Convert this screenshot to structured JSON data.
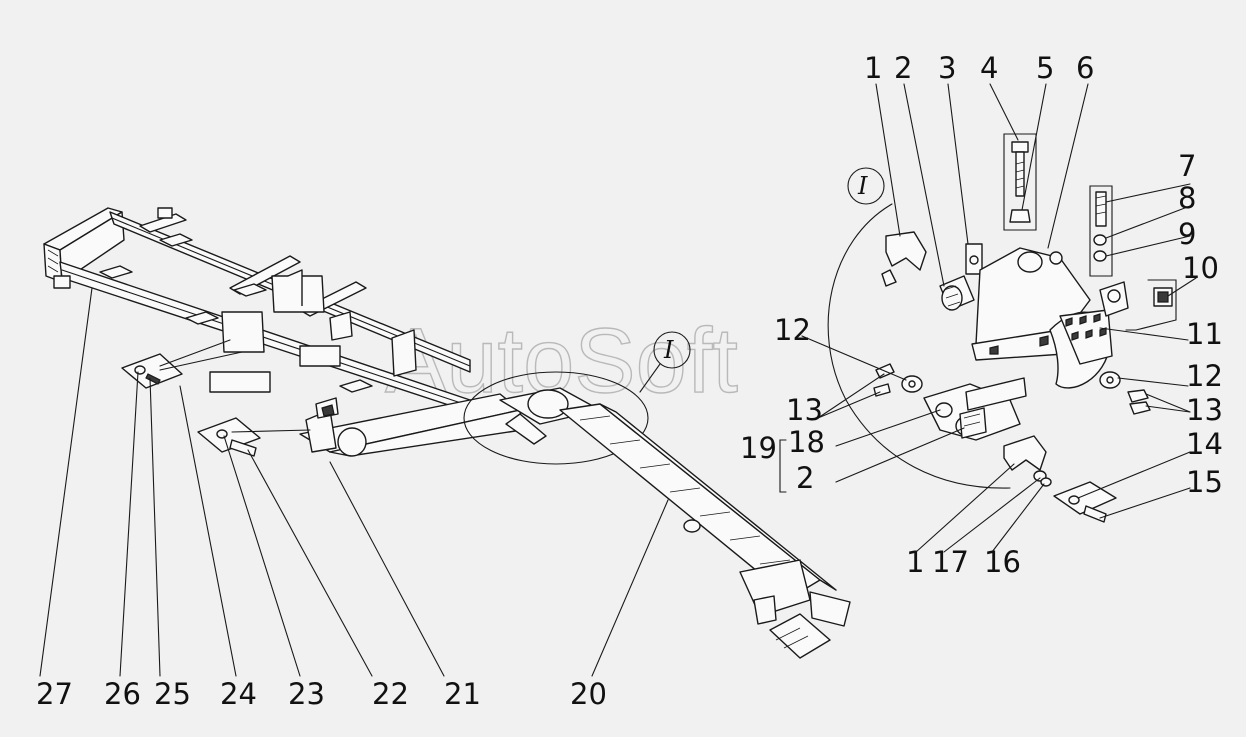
{
  "watermark": "AutoSoft",
  "detail_marker": "I",
  "labels_top": [
    "1",
    "2",
    "3",
    "4",
    "5",
    "6",
    "7",
    "8",
    "9",
    "10",
    "11",
    "12",
    "13",
    "18",
    "19",
    "2",
    "14",
    "15",
    "12",
    "13",
    "1",
    "17",
    "16"
  ],
  "labels_bottom": [
    "27",
    "26",
    "25",
    "24",
    "23",
    "22",
    "21",
    "20"
  ],
  "callouts": {
    "n1a": "1",
    "n2a": "2",
    "n3": "3",
    "n4": "4",
    "n5": "5",
    "n6": "6",
    "n7": "7",
    "n8": "8",
    "n9": "9",
    "n10": "10",
    "n11": "11",
    "n12a": "12",
    "n13a": "13",
    "n18": "18",
    "n19": "19",
    "n2b": "2",
    "n12b": "12",
    "n13b": "13",
    "n14": "14",
    "n15": "15",
    "n1b": "1",
    "n17": "17",
    "n16": "16",
    "n27": "27",
    "n26": "26",
    "n25": "25",
    "n24": "24",
    "n23": "23",
    "n22": "22",
    "n21": "21",
    "n20": "20"
  }
}
